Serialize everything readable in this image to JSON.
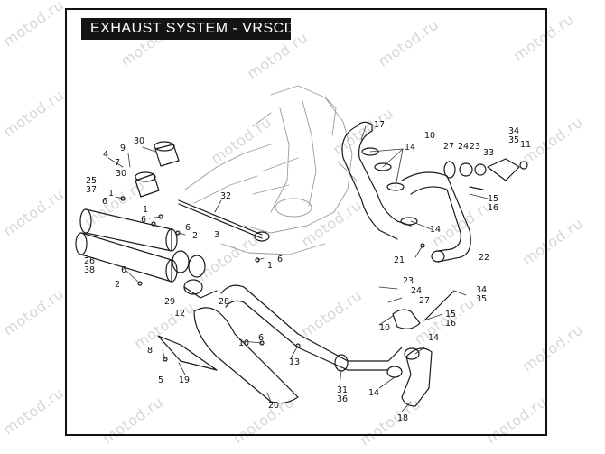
{
  "title": "EXHAUST SYSTEM - VRSCDX",
  "watermark": "motod.ru",
  "colors": {
    "line": "#1a1a1a",
    "frame_ghost": "#9a9a9a",
    "title_bg": "#141414",
    "title_fg": "#ffffff",
    "watermark": "#d7d7d7"
  },
  "callouts": [
    {
      "id": "c30",
      "text": "30"
    },
    {
      "id": "c9",
      "text": "9"
    },
    {
      "id": "c4",
      "text": "4"
    },
    {
      "id": "c7",
      "text": "7"
    },
    {
      "id": "c30b",
      "text": "30"
    },
    {
      "id": "c25",
      "text": "25"
    },
    {
      "id": "c37",
      "text": "37"
    },
    {
      "id": "c1a",
      "text": "1"
    },
    {
      "id": "c6a",
      "text": "6"
    },
    {
      "id": "c6b",
      "text": "6"
    },
    {
      "id": "c1b",
      "text": "1"
    },
    {
      "id": "c32",
      "text": "32"
    },
    {
      "id": "c6c",
      "text": "6"
    },
    {
      "id": "c2a",
      "text": "2"
    },
    {
      "id": "c3",
      "text": "3"
    },
    {
      "id": "c1c",
      "text": "1"
    },
    {
      "id": "c6d",
      "text": "6"
    },
    {
      "id": "c26",
      "text": "26"
    },
    {
      "id": "c38",
      "text": "38"
    },
    {
      "id": "c6e",
      "text": "6"
    },
    {
      "id": "c2b",
      "text": "2"
    },
    {
      "id": "c29",
      "text": "29"
    },
    {
      "id": "c28",
      "text": "28"
    },
    {
      "id": "c12",
      "text": "12"
    },
    {
      "id": "c17",
      "text": "17"
    },
    {
      "id": "c14a",
      "text": "14"
    },
    {
      "id": "c10a",
      "text": "10"
    },
    {
      "id": "c27a",
      "text": "27"
    },
    {
      "id": "c24a",
      "text": "24"
    },
    {
      "id": "c23a",
      "text": "23"
    },
    {
      "id": "c33",
      "text": "33"
    },
    {
      "id": "c34a",
      "text": "34"
    },
    {
      "id": "c35a",
      "text": "35"
    },
    {
      "id": "c11",
      "text": "11"
    },
    {
      "id": "c15a",
      "text": "15"
    },
    {
      "id": "c16a",
      "text": "16"
    },
    {
      "id": "c14b",
      "text": "14"
    },
    {
      "id": "c22",
      "text": "22"
    },
    {
      "id": "c21",
      "text": "21"
    },
    {
      "id": "c23b",
      "text": "23"
    },
    {
      "id": "c24b",
      "text": "24"
    },
    {
      "id": "c27b",
      "text": "27"
    },
    {
      "id": "c34b",
      "text": "34"
    },
    {
      "id": "c35b",
      "text": "35"
    },
    {
      "id": "c15b",
      "text": "15"
    },
    {
      "id": "c16b",
      "text": "16"
    },
    {
      "id": "c10b",
      "text": "10"
    },
    {
      "id": "c14c",
      "text": "14"
    },
    {
      "id": "c6f",
      "text": "6"
    },
    {
      "id": "c10c",
      "text": "10"
    },
    {
      "id": "c8",
      "text": "8"
    },
    {
      "id": "c5",
      "text": "5"
    },
    {
      "id": "c19",
      "text": "19"
    },
    {
      "id": "c13",
      "text": "13"
    },
    {
      "id": "c20",
      "text": "20"
    },
    {
      "id": "c31",
      "text": "31"
    },
    {
      "id": "c36",
      "text": "36"
    },
    {
      "id": "c14d",
      "text": "14"
    },
    {
      "id": "c18",
      "text": "18"
    }
  ]
}
